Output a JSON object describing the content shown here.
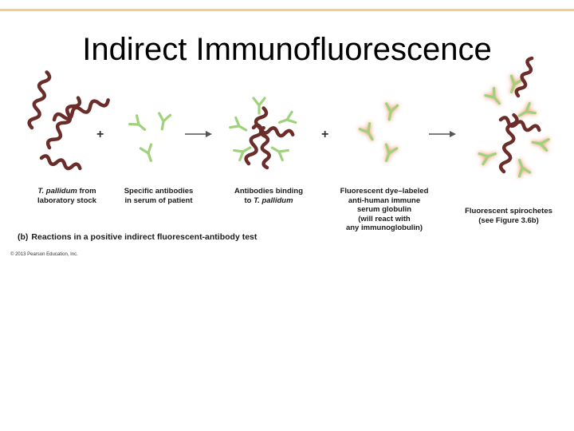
{
  "slide": {
    "title": "Indirect Immunofluorescence",
    "accent_color": "#f2cf86"
  },
  "figure": {
    "panel_label": "(b)",
    "panel_caption": "Reactions in a positive indirect fluorescent-antibody test",
    "copyright": "© 2013 Pearson Education, Inc.",
    "operators": {
      "plus1": "+",
      "plus2": "+"
    },
    "captions": {
      "step1": {
        "italic": "T. pallidum",
        "rest": " from",
        "line2": "laboratory stock"
      },
      "step2": {
        "line1": "Specific antibodies",
        "line2": "in serum of patient"
      },
      "step3": {
        "line1": "Antibodies binding",
        "line2_prefix": "to ",
        "line2_italic": "T. pallidum"
      },
      "step4": {
        "line1": "Fluorescent dye–labeled",
        "line2": "anti-human immune",
        "line3": "serum globulin",
        "line4": "(will react with",
        "line5": "any immunoglobulin)"
      },
      "step5": {
        "line1": "Fluorescent spirochetes",
        "line2": "(see Figure 3.6b)"
      }
    },
    "colors": {
      "spirochete": "#6b2d2a",
      "antibody": "#9fd27c",
      "fluorescent_glow": "#f27a4a",
      "arrow": "#555555"
    }
  }
}
